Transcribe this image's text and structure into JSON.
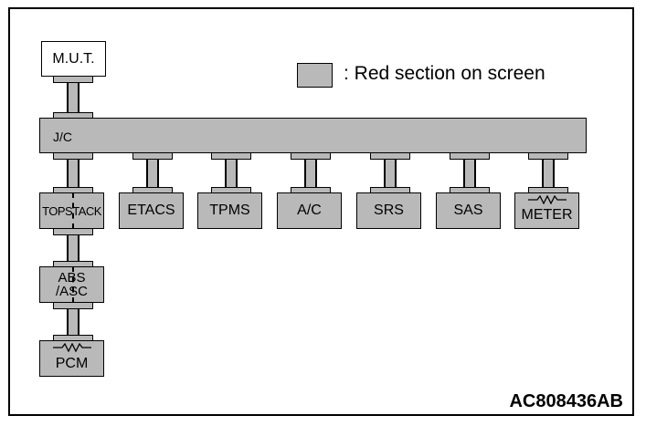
{
  "legend": {
    "text": ": Red section on screen",
    "color": "#b9b9b9"
  },
  "nodes": {
    "mut": "M.U.T.",
    "jc": "J/C",
    "topstack": "TOPSTACK",
    "etacs": "ETACS",
    "tpms": "TPMS",
    "ac": "A/C",
    "srs": "SRS",
    "sas": "SAS",
    "meter": "METER",
    "abs_line1": "ABS",
    "abs_line2": "/ASC",
    "pcm": "PCM"
  },
  "figure_code": "AC808436AB"
}
